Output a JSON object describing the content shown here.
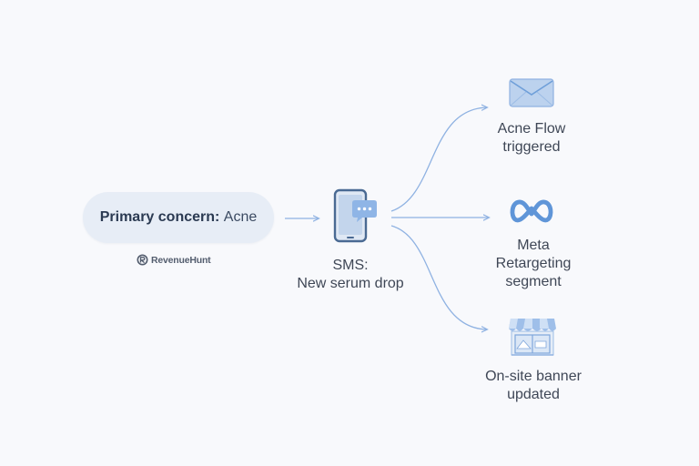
{
  "source": {
    "label_prefix": "Primary concern:",
    "label_value": "Acne"
  },
  "brand": {
    "name": "RevenueHunt"
  },
  "sms": {
    "line1": "SMS:",
    "line2": "New serum drop"
  },
  "outputs": [
    {
      "lines": [
        "Acne Flow",
        "triggered"
      ],
      "icon": "envelope-icon"
    },
    {
      "lines": [
        "Meta",
        "Retargeting",
        "segment"
      ],
      "icon": "meta-logo-icon"
    },
    {
      "lines": [
        "On-site banner",
        "updated"
      ],
      "icon": "storefront-icon"
    }
  ],
  "colors": {
    "background": "#f8f9fc",
    "pill": "#e7edf6",
    "connector": "#8fb2e2",
    "icon_blue": "#6f9fd9",
    "icon_dark": "#4a6a93",
    "text": "#3f4756"
  }
}
